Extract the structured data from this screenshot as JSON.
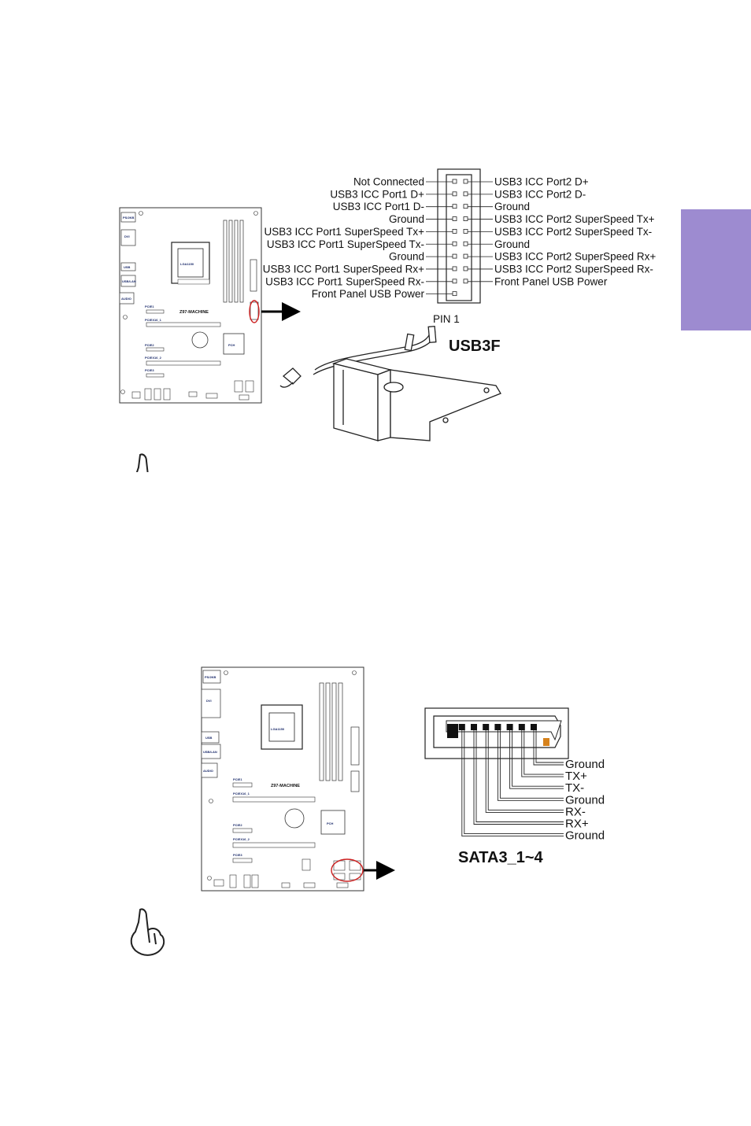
{
  "page": {
    "tab_color": "#9d8bd0"
  },
  "usb3f": {
    "title": "USB3F",
    "pin1_label": "PIN 1",
    "left_pins": [
      "Not Connected",
      "USB3 ICC Port1 D+",
      "USB3 ICC Port1 D-",
      "Ground",
      "USB3 ICC Port1 SuperSpeed Tx+",
      "USB3 ICC Port1 SuperSpeed Tx-",
      "Ground",
      "USB3 ICC Port1 SuperSpeed Rx+",
      "USB3 ICC Port1 SuperSpeed Rx-",
      "Front Panel USB Power"
    ],
    "right_pins": [
      "USB3 ICC Port2 D+",
      "USB3 ICC Port2 D-",
      "Ground",
      "USB3 ICC Port2 SuperSpeed Tx+",
      "USB3 ICC Port2 SuperSpeed Tx-",
      "Ground",
      "USB3 ICC Port2 SuperSpeed Rx+",
      "USB3 ICC Port2 SuperSpeed Rx-",
      "Front Panel USB Power"
    ]
  },
  "sata": {
    "title": "SATA3_1~4",
    "pins": [
      "Ground",
      "TX+",
      "TX-",
      "Ground",
      "RX-",
      "RX+",
      "Ground"
    ]
  },
  "board": {
    "model": "Z97-MACHINE",
    "socket": "LGA1150",
    "chipset": "PCH",
    "ports": [
      "PS/2KB",
      "DVI",
      "USB",
      "USB/LAN",
      "AUDIO"
    ],
    "slots": [
      "PCIE1",
      "PCIEX16_1",
      "PCIE2",
      "PCIEX16_2",
      "PCIE3"
    ]
  }
}
